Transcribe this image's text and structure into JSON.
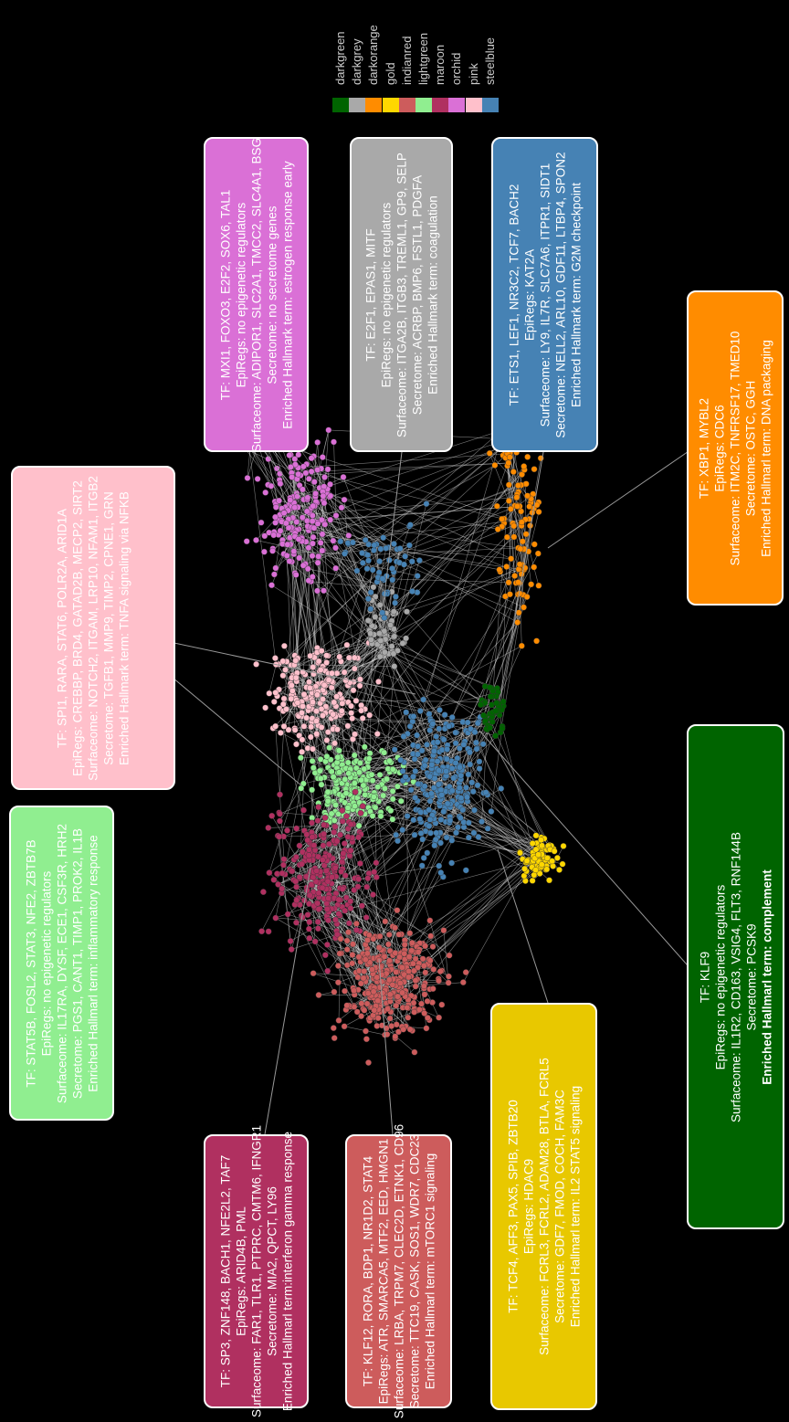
{
  "legend": {
    "items": [
      {
        "label": "darkgreen",
        "color": "#006400"
      },
      {
        "label": "darkgrey",
        "color": "#a9a9a9"
      },
      {
        "label": "darkorange",
        "color": "#ff8c00"
      },
      {
        "label": "gold",
        "color": "#ffd700"
      },
      {
        "label": "indianred",
        "color": "#cd5c5c"
      },
      {
        "label": "lightgreen",
        "color": "#90ee90"
      },
      {
        "label": "maroon",
        "color": "#b03060"
      },
      {
        "label": "orchid",
        "color": "#da70d6"
      },
      {
        "label": "pink",
        "color": "#ffc0cb"
      },
      {
        "label": "steelblue",
        "color": "#4682b4"
      }
    ]
  },
  "modules": [
    {
      "id": "pink",
      "bg": "#ffc0cb",
      "fg": "#ffffff",
      "bold_last": false,
      "lines": [
        "TF: SPI1, RARA, STAT6, POLR2A, ARID1A",
        "EpiRegs: CREBBP, BRD4, GATAD2B, MECP2, SIRT2",
        "Surfaceome: NOTCH2, ITGAM, LRP10, NFAM1, ITGB2",
        "Secretome: TGFB1, MMP9, TIMP2, CPNE1, GRN",
        "Enriched Hallmark term: TNFA signaling via NFKB"
      ]
    },
    {
      "id": "orchid",
      "bg": "#da70d6",
      "fg": "#ffffff",
      "bold_last": false,
      "lines": [
        "TF: MXI1, FOXO3, E2F2, SOX6, TAL1",
        "EpiRegs: no epigenetic regulators",
        "Surfaceome: ADIPOR1, SLC2A1, TMCC2, SLC4A1, BSG",
        "Secretome: no secretome genes",
        "Enriched Hallmark term: estrogen response early"
      ]
    },
    {
      "id": "darkgrey",
      "bg": "#a9a9a9",
      "fg": "#ffffff",
      "bold_last": false,
      "lines": [
        "TF: E2F1, EPAS1, MITF",
        "EpiRegs: no epigenetic regulators",
        "Surfaceome: ITGA2B, ITGB3, TREML1, GP9, SELP",
        "Secretome: ACRBP, BMP6, FSTL1, PDGFA",
        "Enriched Hallmark term:  coagulation"
      ]
    },
    {
      "id": "steelblue",
      "bg": "#4682b4",
      "fg": "#ffffff",
      "bold_last": false,
      "lines": [
        "TF: ETS1, LEF1, NR3C2, TCF7, BACH2",
        "EpiRegs: KAT2A",
        "Surfaceome: LY9, IL7R, SLC7A6, ITPR1, SIDT1",
        "Secretome: NELL2, ARL10, GDF11, LTBP4, SPON2",
        "Enriched Hallmark term: G2M checkpoint"
      ]
    },
    {
      "id": "darkorange",
      "bg": "#ff8c00",
      "fg": "#ffffff",
      "bold_last": false,
      "lines": [
        "TF: XBP1, MYBL2",
        "EpiRegs: CDC6",
        "Surfaceome: ITM2C, TNFRSF17, TMED10",
        "Secretome: OSTC, GGH",
        "Enriched Hallmarl term: DNA packaging"
      ]
    },
    {
      "id": "lightgreen",
      "bg": "#90ee90",
      "fg": "#ffffff",
      "bold_last": false,
      "lines": [
        "TF: STAT5B, FOSL2, STAT3, NFE2, ZBTB7B",
        "EpiRegs: no epigenetic regulators",
        "Surfaceome: IL17RA, DYSF, ECE1, CSF3R, HRH2",
        "Secretome: PGS1, CANT1, TIMP1, PROK2, IL1B",
        "Enriched Hallmarl term: inflammatory response"
      ]
    },
    {
      "id": "darkgreen",
      "bg": "#006400",
      "fg": "#ffffff",
      "bold_last": true,
      "lines": [
        "TF: KLF9",
        "EpiRegs: no epigenetic regulators",
        "Surfaceome: IL1R2, CD163, VSIG4, FLT3, RNF144B",
        "Secretome: PCSK9",
        "Enriched Hallmarl term: complement"
      ]
    },
    {
      "id": "maroon",
      "bg": "#b03060",
      "fg": "#ffffff",
      "bold_last": false,
      "lines": [
        "TF: SP3, ZNF148, BACH1, NFE2L2, TAF7",
        "EpiRegs: ARID4B, PML",
        "Surfaceome: FAR1, TLR1, PTPRC, CMTM6, IFNGR1",
        "Secretome: MIA2, QPCT, LY96",
        "Enriched Hallmarl term:interferon gamma response"
      ]
    },
    {
      "id": "indianred",
      "bg": "#cd5c5c",
      "fg": "#ffffff",
      "bold_last": false,
      "lines": [
        "TF: KLF12, RORA, BDP1, NR1D2, STAT4",
        "EpiRegs: ATR, SMARCA5, MTF2, EED, HMGN1",
        "Surfaceome: LRBA, TRPM7, CLEC2D, ETNK1, CD96",
        "Secretome: TTC19, CASK, SOS1, WDR7, CDC23",
        "Enriched Hallmarl term: mTORC1 signaling"
      ]
    },
    {
      "id": "gold",
      "bg": "#e8c800",
      "fg": "#ffffff",
      "bold_last": false,
      "lines": [
        "TF: TCF4, AFF3, PAX5, SPIB, ZBTB20",
        "EpiRegs: HDAC9",
        "Surfaceome: FCRL3, FCRL2, ADAM28, BTLA, FCRL5",
        "Secretome: GDF7, FMOD, COCH, FAM3C",
        "Enriched Hallmarl term: IL2 STAT5 signaling"
      ]
    }
  ]
}
